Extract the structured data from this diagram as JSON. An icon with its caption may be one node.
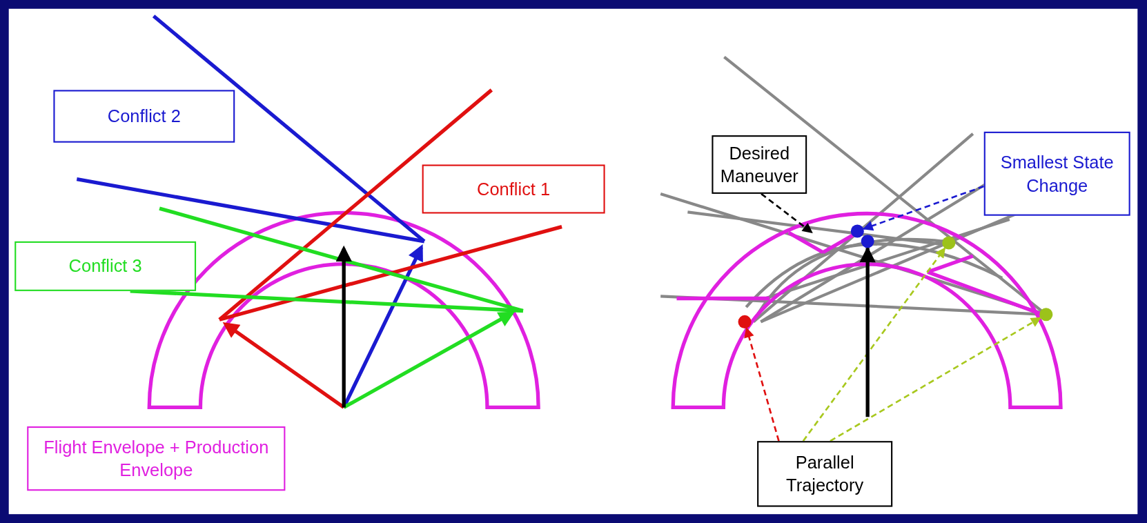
{
  "diagram": {
    "nodes": [
      {
        "text": [
          "Conflict 2"
        ]
      },
      {
        "text": [
          "Desired Maneuver"
        ]
      },
      {
        "text": [
          "Smallest State Change"
        ]
      },
      {
        "text": [
          "Conflict 1"
        ]
      },
      {
        "text": [],
        "shape": "circle"
      },
      {
        "text": [],
        "shape": "circle"
      },
      {
        "text": [],
        "shape": "circle"
      },
      {
        "text": [
          "Conflict 3"
        ]
      },
      {
        "text": [],
        "shape": "circle"
      },
      {
        "text": [],
        "shape": "circle"
      },
      {
        "text": [
          "Flight Envelope + Production Envelope"
        ]
      },
      {
        "text": [
          "Parallel Trajectory"
        ]
      }
    ],
    "edges": [
      {
        "from": 1,
        "to": null,
        "arrow": "to",
        "style": "dashed",
        "color": "#000000"
      },
      {
        "from": 2,
        "to": 4,
        "arrow": "to",
        "style": "dashed",
        "color": "#1a1ad0"
      },
      {
        "from": 11,
        "to": 9,
        "arrow": "to",
        "style": "dashed",
        "color": "#e01010"
      },
      {
        "from": 11,
        "to": 6,
        "arrow": "to",
        "style": "dashed",
        "color": "#a8c81e"
      },
      {
        "from": 11,
        "to": 8,
        "arrow": "to",
        "style": "dashed",
        "color": "#a8c81e"
      },
      {
        "from": null,
        "to": 5,
        "arrow": "to",
        "style": "thick",
        "color": "#000000"
      }
    ]
  }
}
